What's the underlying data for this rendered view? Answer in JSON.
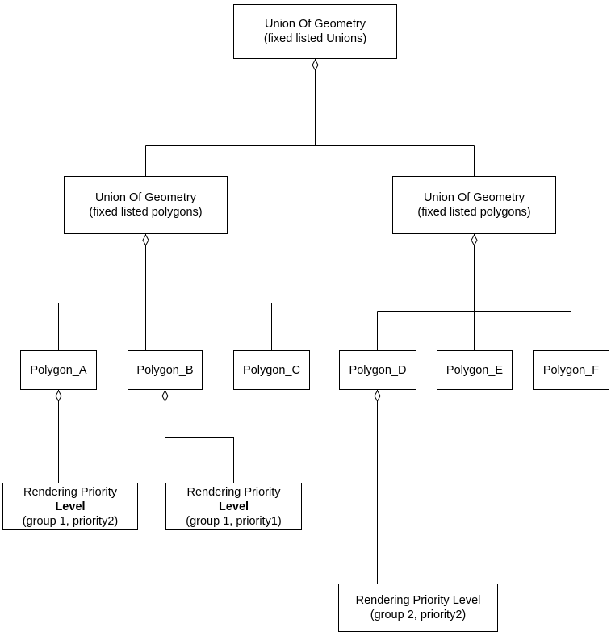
{
  "diagram": {
    "title": "Union Of Geometry rendering priority aggregation diagram",
    "type": "uml-aggregation-tree",
    "background_color": "#ffffff",
    "line_color": "#000000",
    "text_color": "#000000",
    "relationship": "aggregation",
    "relationship_marker": "hollow-diamond"
  },
  "nodes": {
    "root": {
      "line1": "Union Of Geometry",
      "line2": "(fixed listed Unions)"
    },
    "union_left": {
      "line1": "Union Of Geometry",
      "line2": "(fixed listed polygons)"
    },
    "union_right": {
      "line1": "Union Of Geometry",
      "line2": "(fixed listed polygons)"
    },
    "polygon_a": {
      "label": "Polygon_A"
    },
    "polygon_b": {
      "label": "Polygon_B"
    },
    "polygon_c": {
      "label": "Polygon_C"
    },
    "polygon_d": {
      "label": "Polygon_D"
    },
    "polygon_e": {
      "label": "Polygon_E"
    },
    "polygon_f": {
      "label": "Polygon_F"
    },
    "priority_1": {
      "line1": "Rendering Priority",
      "line2": "Level",
      "line3": "(group 1, priority2)"
    },
    "priority_2": {
      "line1": "Rendering Priority",
      "line2": "Level",
      "line3": "(group 1, priority1)"
    },
    "priority_3": {
      "line1": "Rendering Priority Level",
      "line2": "(group 2, priority2)"
    }
  }
}
